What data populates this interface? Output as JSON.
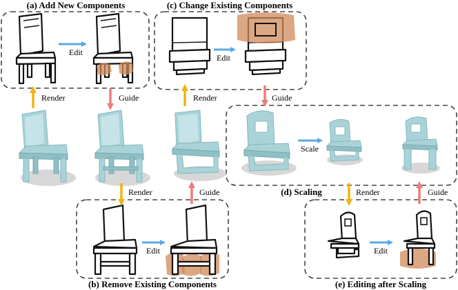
{
  "panels": {
    "a": "(a) Add New Components",
    "b": "(b) Remove Existing Components",
    "c": "(c) Change Existing Components",
    "d": "(d) Scaling",
    "e": "(e) Editing after Scaling"
  },
  "arrows": {
    "edit": "Edit",
    "render": "Render",
    "guide": "Guide",
    "scale": "Scale"
  },
  "colors": {
    "render_arrow": "#f2b312",
    "guide_arrow": "#ef7b7b",
    "edit_arrow": "#5aa9e6",
    "chair": "#a9d3d8",
    "edit_region": "#d08a5a"
  }
}
